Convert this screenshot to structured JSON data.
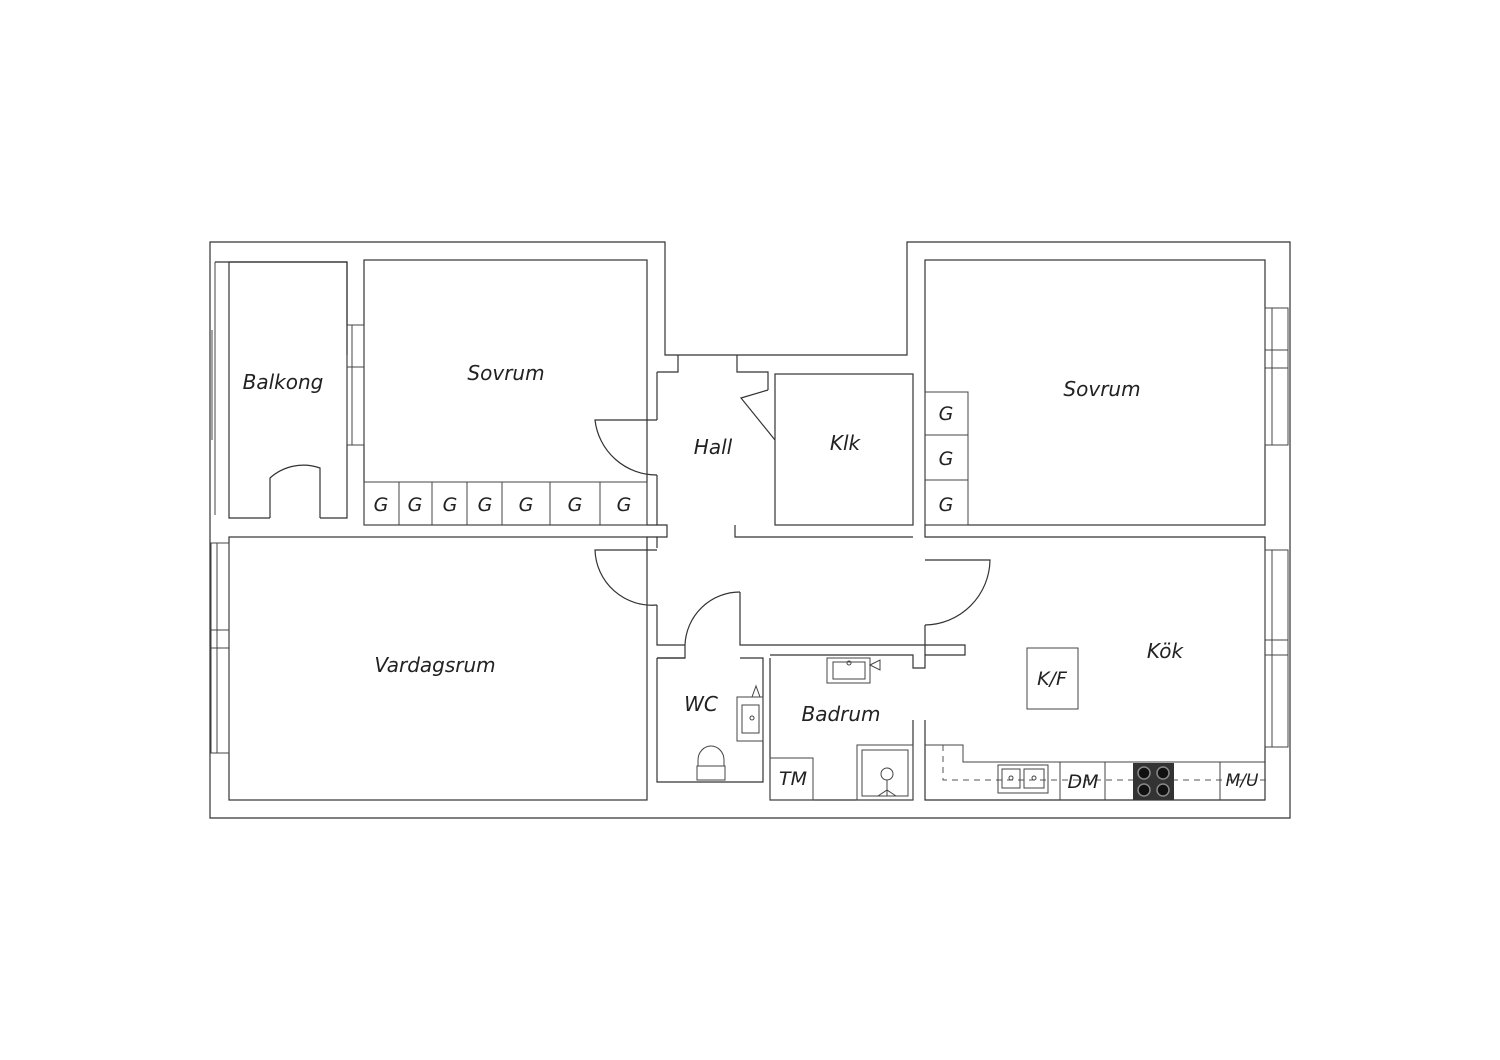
{
  "rooms": {
    "balcony": "Balkong",
    "bedroom_left": "Sovrum",
    "hall": "Hall",
    "walk_in_closet": "Klk",
    "bedroom_right": "Sovrum",
    "living_room": "Vardagsrum",
    "wc": "WC",
    "bathroom": "Badrum",
    "kitchen": "Kök"
  },
  "labels": {
    "wardrobe": "G",
    "washing_machine": "TM",
    "fridge_freezer": "K/F",
    "dishwasher": "DM",
    "microwave_oven": "M/U"
  }
}
